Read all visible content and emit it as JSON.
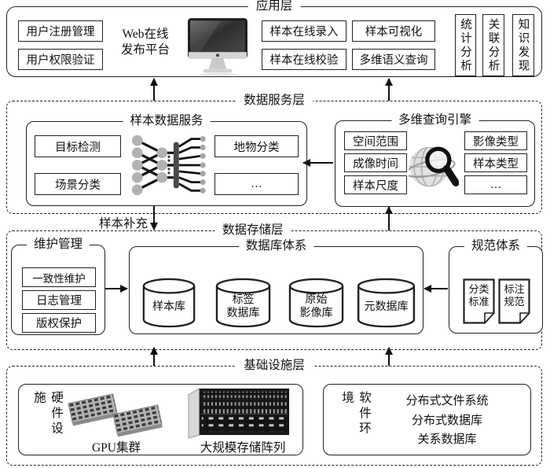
{
  "colors": {
    "ink": "#1a1a1a",
    "background": "#ffffff"
  },
  "icons": {
    "computer": "imac-display",
    "sample_service": "neural-network",
    "query_engine": "globe-with-magnifier",
    "gpu": "gpu-server-boards",
    "storage_array": "server-rack",
    "spec_doc": "document-page-folded-corner"
  },
  "app_layer": {
    "label": "应用层",
    "user_registration": "用户注册管理",
    "user_permission": "用户权限验证",
    "platform_line1": "Web在线",
    "platform_line2": "发布平台",
    "sample_entry": "样本在线录入",
    "sample_visualization": "样本可视化",
    "sample_check": "样本在线校验",
    "semantic_query": "多维语义查询",
    "stat_analysis": "统计分析",
    "assoc_analysis": "关联分析",
    "knowledge_discovery": "知识发现"
  },
  "service_layer": {
    "label": "数据服务层",
    "sample_service": {
      "title": "样本数据服务",
      "target_detection": "目标检测",
      "scene_classification": "场景分类",
      "landcover_classification": "地物分类",
      "more": "…"
    },
    "query_engine": {
      "title": "多维查询引擎",
      "spatial_range": "空间范围",
      "imaging_time": "成像时间",
      "sample_scale": "样本尺度",
      "image_type": "影像类型",
      "sample_type": "样本类型",
      "more": "…"
    }
  },
  "storage_layer": {
    "label": "数据存储层",
    "supplement": "样本补充",
    "maintenance": {
      "title": "维护管理",
      "consistency": "一致性维护",
      "log": "日志管理",
      "copyright": "版权保护"
    },
    "database": {
      "title": "数据库体系",
      "cylinders": [
        {
          "line1": "样本库",
          "line2": ""
        },
        {
          "line1": "标签",
          "line2": "数据库"
        },
        {
          "line1": "原始",
          "line2": "影像库"
        },
        {
          "line1": "元数据库",
          "line2": ""
        }
      ]
    },
    "specification": {
      "title": "规范体系",
      "docs": [
        {
          "line1": "分类",
          "line2": "标准"
        },
        {
          "line1": "标注",
          "line2": "规范"
        }
      ]
    }
  },
  "infra_layer": {
    "label": "基础设施层",
    "hardware": {
      "title": "硬件设施",
      "gpu": "GPU集群",
      "storage": "大规模存储阵列"
    },
    "software": {
      "title": "软件环境",
      "items": [
        "分布式文件系统",
        "分布式数据库",
        "关系数据库"
      ]
    }
  }
}
